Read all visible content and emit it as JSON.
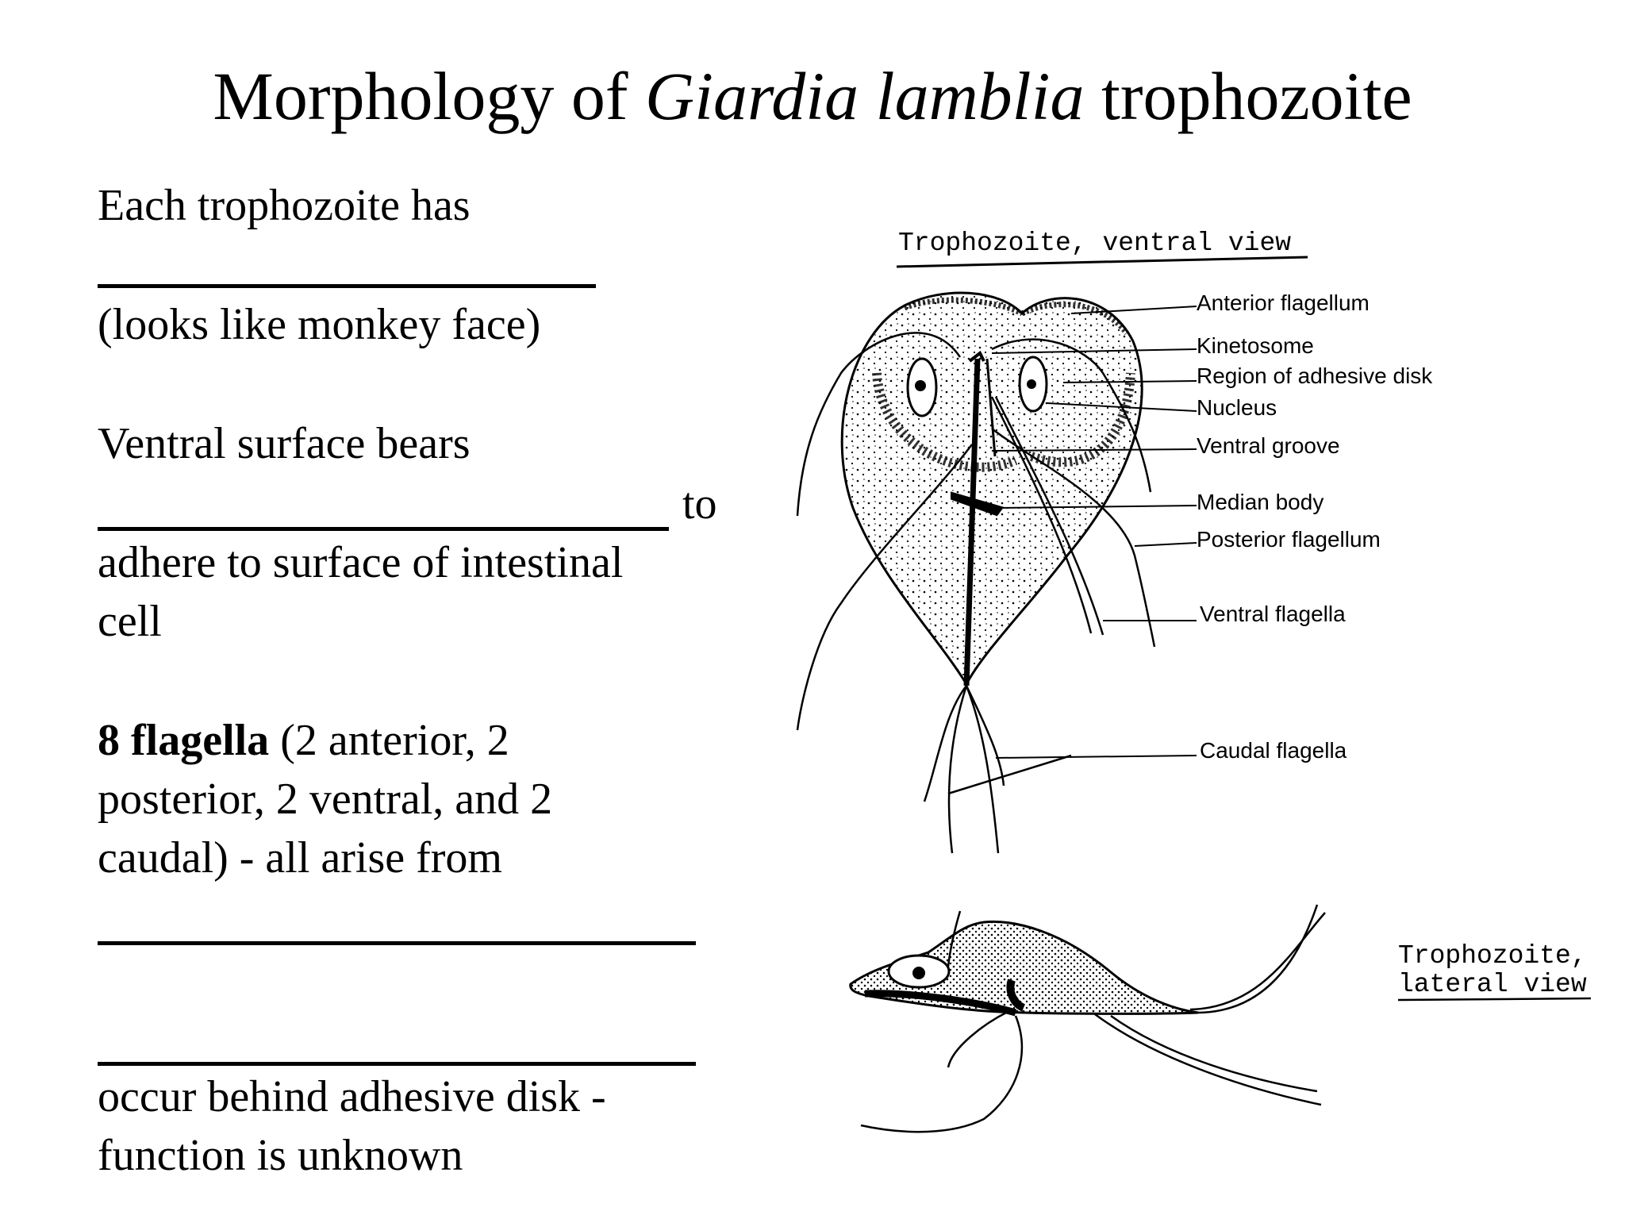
{
  "title": {
    "prefix": "Morphology of ",
    "species": "Giardia lamblia",
    "suffix": " trophozoite"
  },
  "text": {
    "line1": "Each trophozoite has",
    "line2": "(looks like monkey face)",
    "line3": "Ventral surface bears",
    "line3_to": "to",
    "line4": "adhere to surface of intestinal",
    "line5": "cell",
    "flagella_bold": "8 flagella",
    "flagella_rest": " (2 anterior, 2",
    "line7": "posterior, 2 ventral, and 2",
    "line8": "caudal) - all arise from",
    "line9": "occur behind adhesive disk -",
    "line10": "function is unknown"
  },
  "diagram": {
    "ventral_title": "Trophozoite, ventral view",
    "lateral_title_1": "Trophozoite,",
    "lateral_title_2": "lateral view",
    "labels": {
      "anterior_flagellum": "Anterior flagellum",
      "kinetosome": "Kinetosome",
      "adhesive_disk": "Region of adhesive disk",
      "nucleus": "Nucleus",
      "ventral_groove": "Ventral groove",
      "median_body": "Median body",
      "posterior_flagellum": "Posterior flagellum",
      "ventral_flagella": "Ventral flagella",
      "caudal_flagella": "Caudal flagella"
    }
  }
}
